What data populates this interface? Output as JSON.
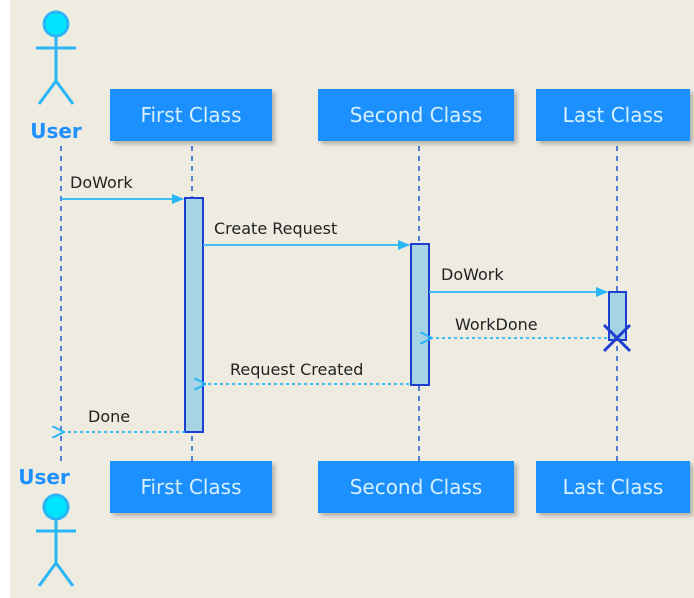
{
  "colors": {
    "background": "#EEEBE1",
    "accent": "#1E90FF",
    "actor_fill": "#00E5FF",
    "arrow": "#29B6F6",
    "lifeline": "#1E5BD8",
    "activation_fill": "#A7D3E6",
    "activation_stroke": "#1C3FD0",
    "destroy": "#1C3FD0",
    "message_text": "#222222"
  },
  "participants": {
    "user": {
      "label": "User",
      "kind": "actor"
    },
    "first": {
      "label": "First Class",
      "kind": "box"
    },
    "second": {
      "label": "Second Class",
      "kind": "box"
    },
    "last": {
      "label": "Last Class",
      "kind": "box"
    }
  },
  "messages": {
    "m1": {
      "text": "DoWork",
      "style": "solid"
    },
    "m2": {
      "text": "Create Request",
      "style": "solid"
    },
    "m3": {
      "text": "DoWork",
      "style": "solid"
    },
    "m4": {
      "text": "WorkDone",
      "style": "dotted"
    },
    "m5": {
      "text": "Request Created",
      "style": "dotted"
    },
    "m6": {
      "text": "Done",
      "style": "dotted"
    }
  }
}
